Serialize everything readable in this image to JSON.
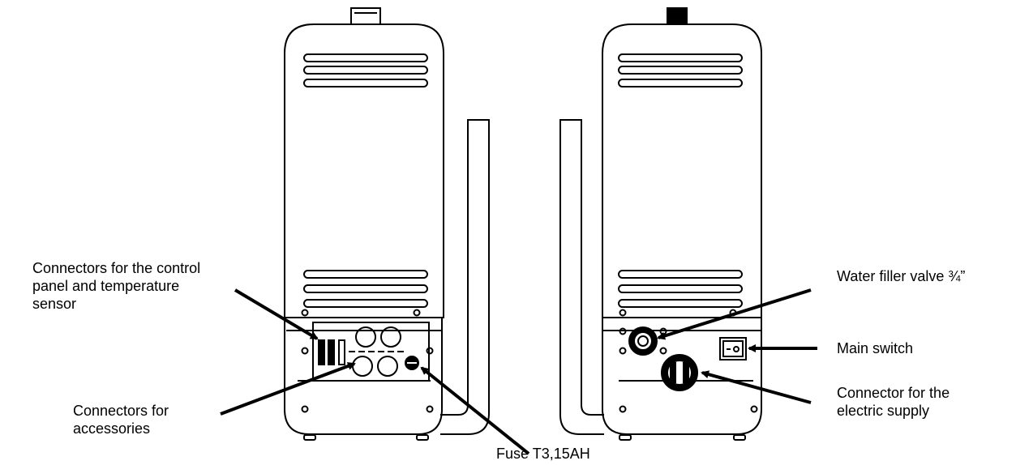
{
  "labels": {
    "control_connectors": [
      "Connectors for the control",
      "panel and temperature",
      "sensor"
    ],
    "accessory_connectors": [
      "Connectors for",
      "accessories"
    ],
    "fuse": "Fuse T3,15AH",
    "water_valve": "Water filler valve ¾”",
    "main_switch": "Main switch",
    "supply_connector": [
      "Connector for the",
      "electric supply"
    ]
  },
  "colors": {
    "line": "#000000",
    "background": "#ffffff"
  }
}
